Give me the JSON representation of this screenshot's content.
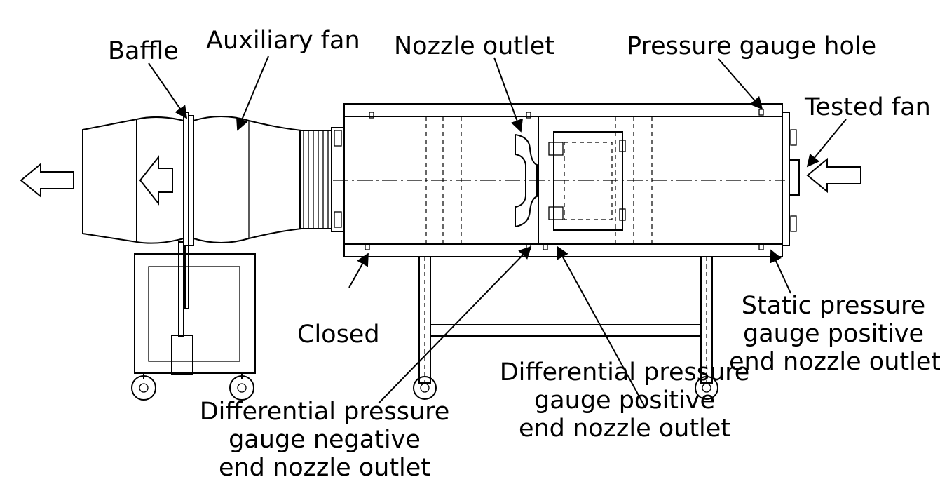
{
  "labels": {
    "baffle": "Baffle",
    "auxiliary_fan": "Auxiliary fan",
    "nozzle_outlet": "Nozzle outlet",
    "pressure_gauge_hole": "Pressure gauge hole",
    "tested_fan": "Tested fan",
    "closed": "Closed",
    "static_pressure": [
      "Static pressure",
      "gauge positive",
      "end nozzle outlet"
    ],
    "diff_positive": [
      "Differential pressure",
      "gauge positive",
      "end nozzle outlet"
    ],
    "diff_negative": [
      "Differential pressure",
      "gauge negative",
      "end nozzle outlet"
    ]
  }
}
